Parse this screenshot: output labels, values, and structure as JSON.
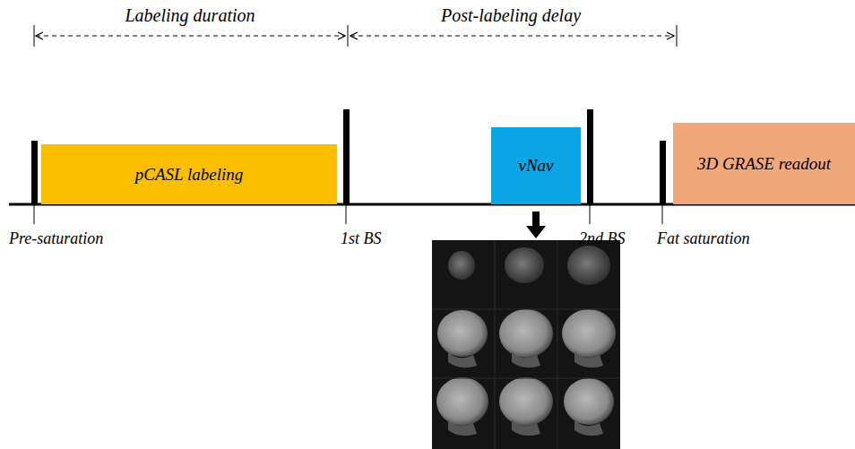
{
  "diagram": {
    "nodes": [
      {
        "text": [
          "pCASL labeling"
        ]
      },
      {
        "text": [
          "vNav"
        ]
      },
      {
        "text": [
          "3D GRASE readout"
        ]
      }
    ],
    "labels": [
      "Labeling duration",
      "Post-labeling delay",
      "Pre-saturation",
      "1st BS",
      "2nd BS",
      "Fat saturation"
    ]
  }
}
